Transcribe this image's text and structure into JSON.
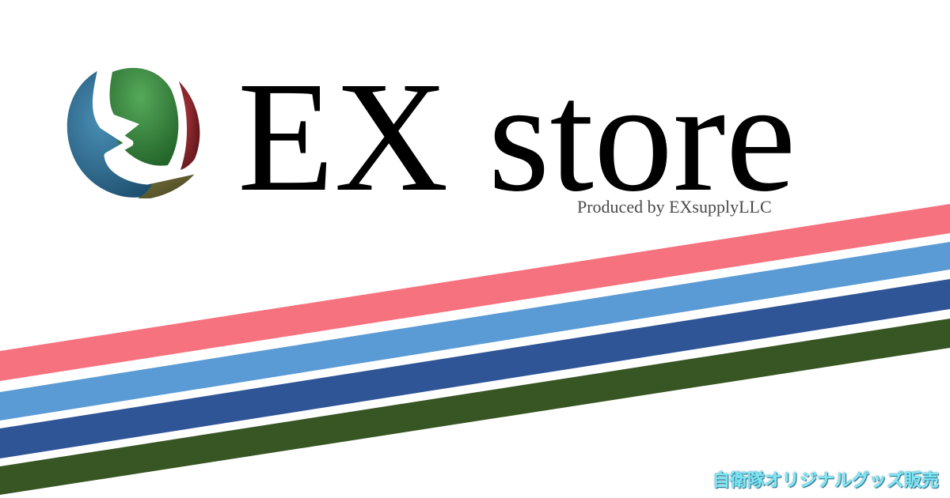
{
  "brand": {
    "title": "EX store",
    "subtitle": "Produced by EXsupplyLLC",
    "tagline": "自衛隊オリジナルグッズ販売",
    "logo_icon": "ex-globe-logo-icon"
  },
  "colors": {
    "stripe_pink": "#f6727f",
    "stripe_light_blue": "#5b9bd5",
    "stripe_navy": "#2f5597",
    "stripe_green": "#375623",
    "tagline": "#7fe8f5",
    "logo_green": "#3a8a3e",
    "logo_blue": "#2f6e96",
    "logo_red": "#7d1e24",
    "logo_olive": "#5c5a30"
  }
}
